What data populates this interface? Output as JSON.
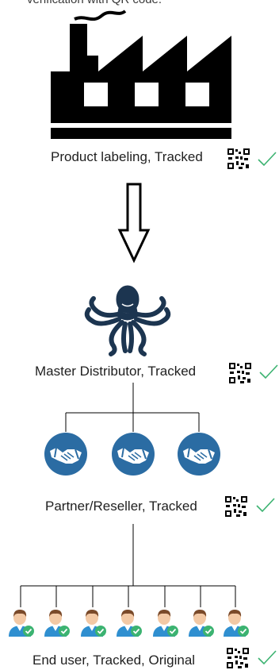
{
  "header": {
    "partial_text": "verification with QR code."
  },
  "stages": {
    "manufacturer": {
      "label": "Product labeling, Tracked",
      "icon": "factory-icon"
    },
    "distributor": {
      "label": "Master Distributor, Tracked",
      "icon": "octopus-icon"
    },
    "partners": {
      "label": "Partner/Reseller, Tracked",
      "icon": "handshake-icon",
      "count": 3
    },
    "end_users": {
      "label": "End user, Tracked, Original",
      "icon": "user-verified-icon",
      "count": 7
    }
  },
  "colors": {
    "partner_circle": "#2b6ca3",
    "octopus": "#1c3550",
    "check": "#3cb371",
    "user_shirt": "#2f8fd0"
  }
}
